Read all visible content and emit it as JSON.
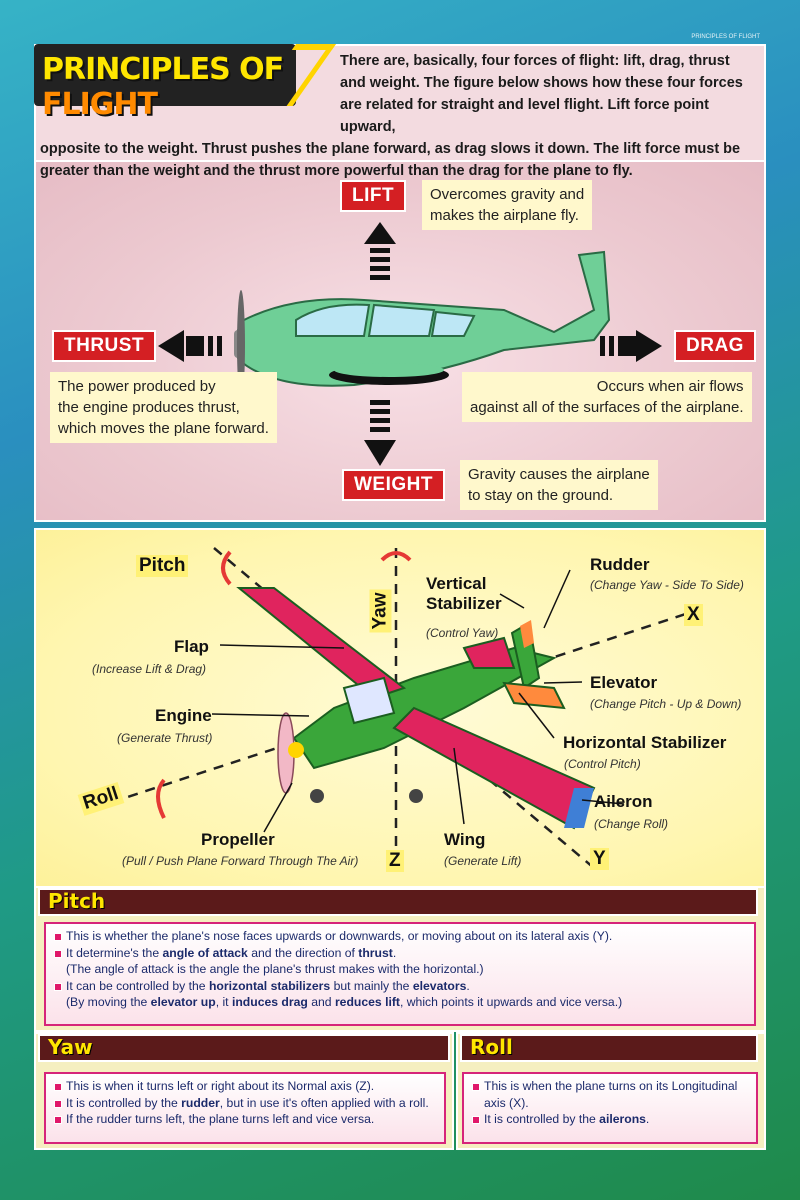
{
  "corner_label": "PRINCIPLES OF FLIGHT",
  "title": {
    "word1": "PRINCIPLES OF",
    "word2": "FLIGHT"
  },
  "intro": {
    "line1": "There are, basically, four forces of flight: lift, drag, thrust",
    "line2": "and weight. The figure below shows how these four forces",
    "line3": "are related for straight and level flight. Lift force point upward,",
    "line4": "opposite to the weight. Thrust pushes the plane forward, as drag slows it down. The lift force must be",
    "line5": "greater than the weight and the thrust more powerful than the drag for the plane to fly."
  },
  "forces": {
    "lift": {
      "label": "LIFT",
      "desc1": "Overcomes gravity and",
      "desc2": "makes the airplane fly."
    },
    "thrust": {
      "label": "THRUST",
      "desc1": "The power produced by",
      "desc2": "the engine produces thrust,",
      "desc3": "which moves the plane forward."
    },
    "drag": {
      "label": "DRAG",
      "desc1": "Occurs when air flows",
      "desc2": "against all of the surfaces of the airplane."
    },
    "weight": {
      "label": "WEIGHT",
      "desc1": "Gravity causes the airplane",
      "desc2": "to stay on the ground."
    }
  },
  "parts": {
    "pitch_axis": "Pitch",
    "yaw_axis": "Yaw",
    "roll_axis": "Roll",
    "x": "X",
    "y": "Y",
    "z": "Z",
    "vertical_stabilizer": {
      "title1": "Vertical",
      "title2": "Stabilizer",
      "sub": "(Control Yaw)"
    },
    "rudder": {
      "title": "Rudder",
      "sub": "(Change Yaw - Side To Side)"
    },
    "flap": {
      "title": "Flap",
      "sub": "(Increase Lift & Drag)"
    },
    "elevator": {
      "title": "Elevator",
      "sub": "(Change Pitch - Up & Down)"
    },
    "engine": {
      "title": "Engine",
      "sub": "(Generate Thrust)"
    },
    "horizontal_stabilizer": {
      "title": "Horizontal Stabilizer",
      "sub": "(Control Pitch)"
    },
    "aileron": {
      "title": "Aileron",
      "sub": "(Change Roll)"
    },
    "propeller": {
      "title": "Propeller",
      "sub": "(Pull / Push Plane Forward Through The Air)"
    },
    "wing": {
      "title": "Wing",
      "sub": "(Generate Lift)"
    }
  },
  "pitch_section": {
    "title": "Pitch",
    "b1": "This is whether the plane's nose faces upwards or downwards, or moving about on its lateral axis (Y).",
    "b2_pre": "It determine's the ",
    "b2_bold1": "angle of attack",
    "b2_mid": " and the direction of ",
    "b2_bold2": "thrust",
    "b2_end": ".",
    "b2_note": "(The angle of attack is the angle the plane's thrust makes with the horizontal.)",
    "b3_pre": "It can be controlled by the ",
    "b3_bold1": "horizontal stabilizers",
    "b3_mid": " but mainly the ",
    "b3_bold2": "elevators",
    "b3_end": ".",
    "b3_note_pre": "(By moving the ",
    "b3_note_b1": "elevator up",
    "b3_note_m1": ", it ",
    "b3_note_b2": "induces drag",
    "b3_note_m2": " and ",
    "b3_note_b3": "reduces lift",
    "b3_note_end": ", which points it upwards and vice versa.)"
  },
  "yaw_section": {
    "title": "Yaw",
    "b1": "This is when it turns left or right about its Normal axis (Z).",
    "b2_pre": "It is controlled by the ",
    "b2_bold": "rudder",
    "b2_end": ", but in use it's often applied with a roll.",
    "b3": "If the rudder turns left, the plane turns left and vice versa."
  },
  "roll_section": {
    "title": "Roll",
    "b1": "This is when the plane turns on its Longitudinal axis (X).",
    "b2_pre": "It is controlled by the ",
    "b2_bold": "ailerons",
    "b2_end": "."
  },
  "colors": {
    "force_red": "#d41f23",
    "plane_green": "#6fcf97",
    "wing_red": "#e0245e",
    "title_yellow": "#ffe600"
  }
}
